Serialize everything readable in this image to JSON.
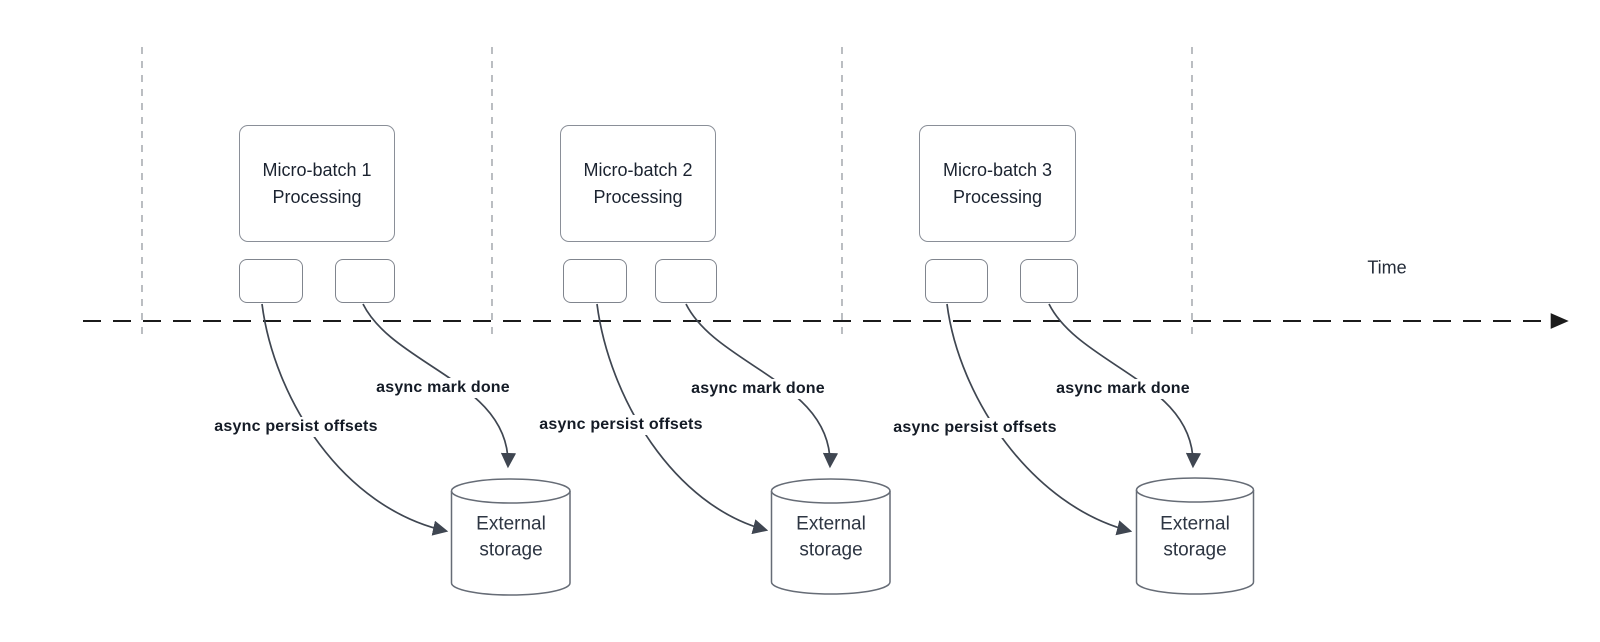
{
  "timeline": {
    "label": "Time"
  },
  "sections": [
    {
      "box_line1": "Micro-batch 1",
      "box_line2": "Processing",
      "persist_label": "async persist offsets",
      "mark_done_label": "async mark done",
      "storage_label": "External storage"
    },
    {
      "box_line1": "Micro-batch 2",
      "box_line2": "Processing",
      "persist_label": "async persist offsets",
      "mark_done_label": "async mark done",
      "storage_label": "External storage"
    },
    {
      "box_line1": "Micro-batch 3",
      "box_line2": "Processing",
      "persist_label": "async persist offsets",
      "mark_done_label": "async mark done",
      "storage_label": "External storage"
    }
  ],
  "colors": {
    "background": "#ffffff",
    "ink": "#1b2330",
    "label_ink": "#141b26",
    "axis": "#1b1b1b",
    "arrow": "#3f4651",
    "guide": "#aaadb2",
    "box_border": "#8a8f98",
    "cylinder_border": "#666c76"
  }
}
